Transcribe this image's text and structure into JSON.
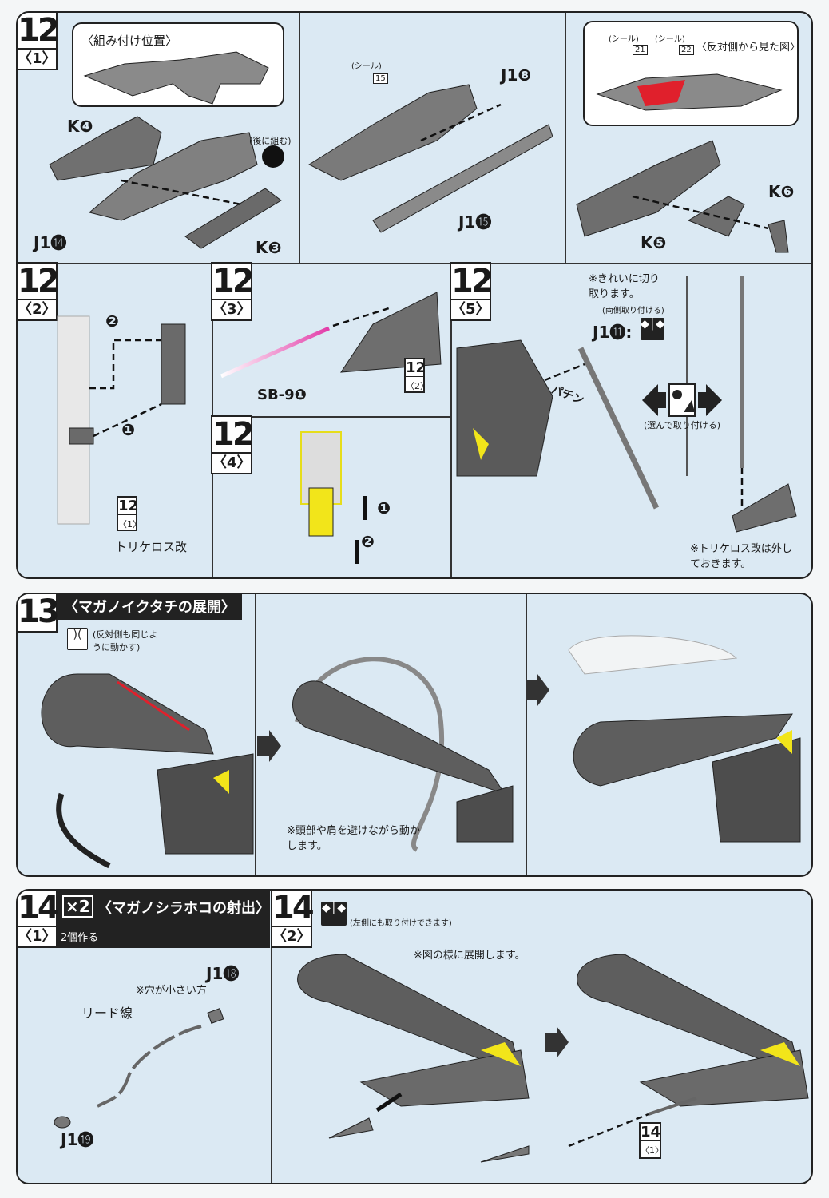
{
  "step12": {
    "number": "12",
    "sub1": "〈1〉",
    "sub2": "〈2〉",
    "sub3": "〈3〉",
    "sub4": "〈4〉",
    "sub5": "〈5〉",
    "s1": {
      "position_label": "〈組み付け位置〉",
      "later_label": "(後に組む)",
      "parts": [
        "K❹",
        "J1⓮",
        "K❸"
      ]
    },
    "s1b": {
      "seal_label": "(シール)",
      "seal_num": "15",
      "parts": [
        "J1❽",
        "J1⓯"
      ]
    },
    "s1c": {
      "seal_label_1": "(シール)",
      "seal_num_1": "21",
      "seal_label_2": "(シール)",
      "seal_num_2": "22",
      "view_label": "〈反対側から見た図〉",
      "parts": [
        "K❻",
        "K❺"
      ]
    },
    "s2": {
      "ref_num": "12",
      "ref_sub": "〈1〉",
      "weapon_name": "トリケロス改",
      "steps": [
        "❷",
        "❶"
      ]
    },
    "s3": {
      "part": "SB-9❶",
      "ref_num": "12",
      "ref_sub": "〈2〉"
    },
    "s4": {
      "steps": [
        "❶",
        "❷"
      ]
    },
    "s5": {
      "note_cut": "※きれいに切り取ります。",
      "note_both": "(両側取り付ける)",
      "part": "J1⓫:",
      "sound": "パチン",
      "choose": "(選んで取り付ける)",
      "note_remove": "※トリケロス改は外しておきます。"
    }
  },
  "step13": {
    "number": "13",
    "title": "〈マガノイクタチの展開〉",
    "note_same": "(反対側も同じように動かす)",
    "note_head": "※頭部や肩を避けながら動かします。"
  },
  "step14": {
    "number": "14",
    "x2": "×2",
    "title": "〈マガノシラホコの射出〉",
    "sub1": "〈1〉",
    "make2": "2個作る",
    "sub2": "〈2〉",
    "note_left": "(左側にも取り付けできます)",
    "small_hole": "※穴が小さい方",
    "lead_wire": "リード線",
    "parts": [
      "J1⓲",
      "J1⓳"
    ],
    "note_deploy": "※図の様に展開します。",
    "ref_num": "14",
    "ref_sub": "〈1〉"
  }
}
